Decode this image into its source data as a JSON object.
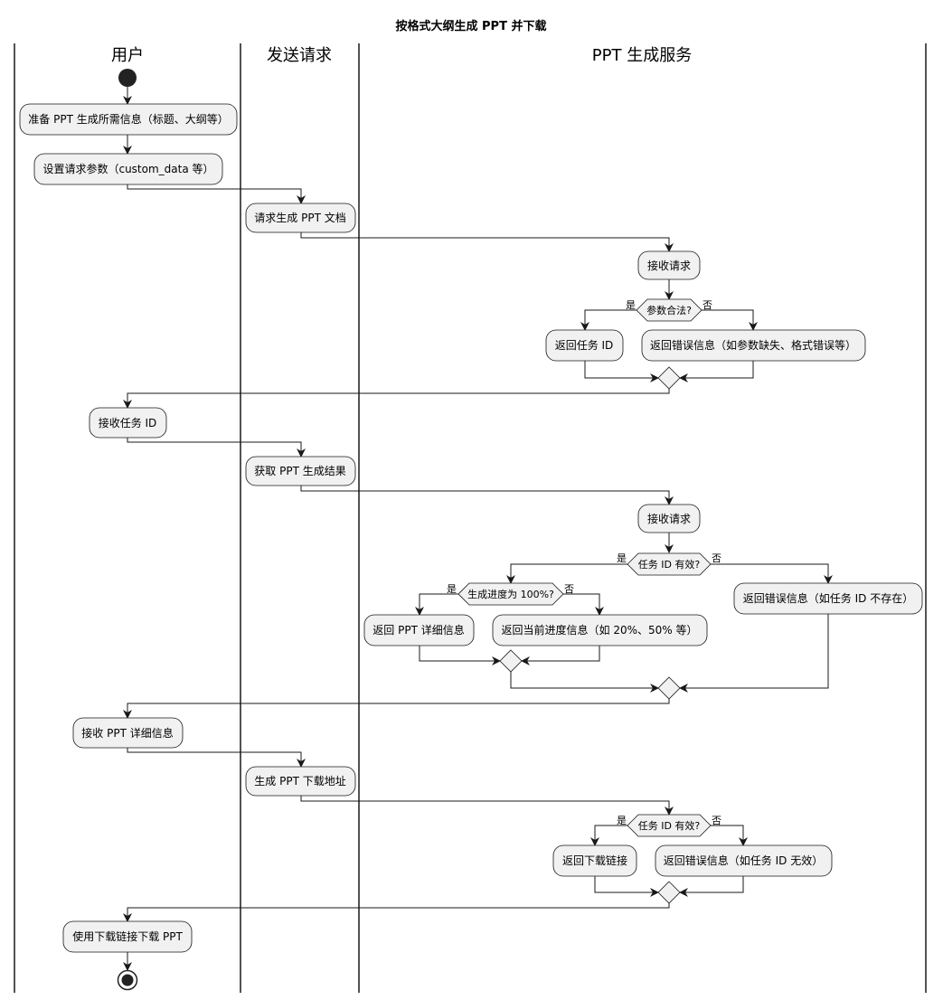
{
  "title": "按格式大纲生成 PPT 并下载",
  "lanes": [
    "用户",
    "发送请求",
    "PPT 生成服务"
  ],
  "nodes": {
    "prepare": "准备 PPT 生成所需信息（标题、大纲等）",
    "set_params": "设置请求参数（custom_data 等）",
    "req_generate": "请求生成 PPT 文档",
    "recv1": "接收请求",
    "return_task_id": "返回任务 ID",
    "err1": "返回错误信息（如参数缺失、格式错误等）",
    "recv_task_id": "接收任务 ID",
    "get_result": "获取 PPT 生成结果",
    "recv2": "接收请求",
    "return_detail": "返回 PPT 详细信息",
    "return_progress": "返回当前进度信息（如 20%、50% 等）",
    "err2": "返回错误信息（如任务 ID 不存在）",
    "recv_detail": "接收 PPT 详细信息",
    "gen_url": "生成 PPT 下载地址",
    "return_link": "返回下载链接",
    "err3": "返回错误信息（如任务 ID 无效）",
    "download": "使用下载链接下载 PPT"
  },
  "decisions": {
    "d1": "参数合法?",
    "d2": "任务 ID 有效?",
    "d3": "生成进度为 100%?",
    "d4": "任务 ID 有效?"
  },
  "branch_labels": {
    "yes": "是",
    "no": "否"
  },
  "colors": {
    "box_fill": "#f1f1f1",
    "stroke": "#181818",
    "start_fill": "#222222"
  }
}
